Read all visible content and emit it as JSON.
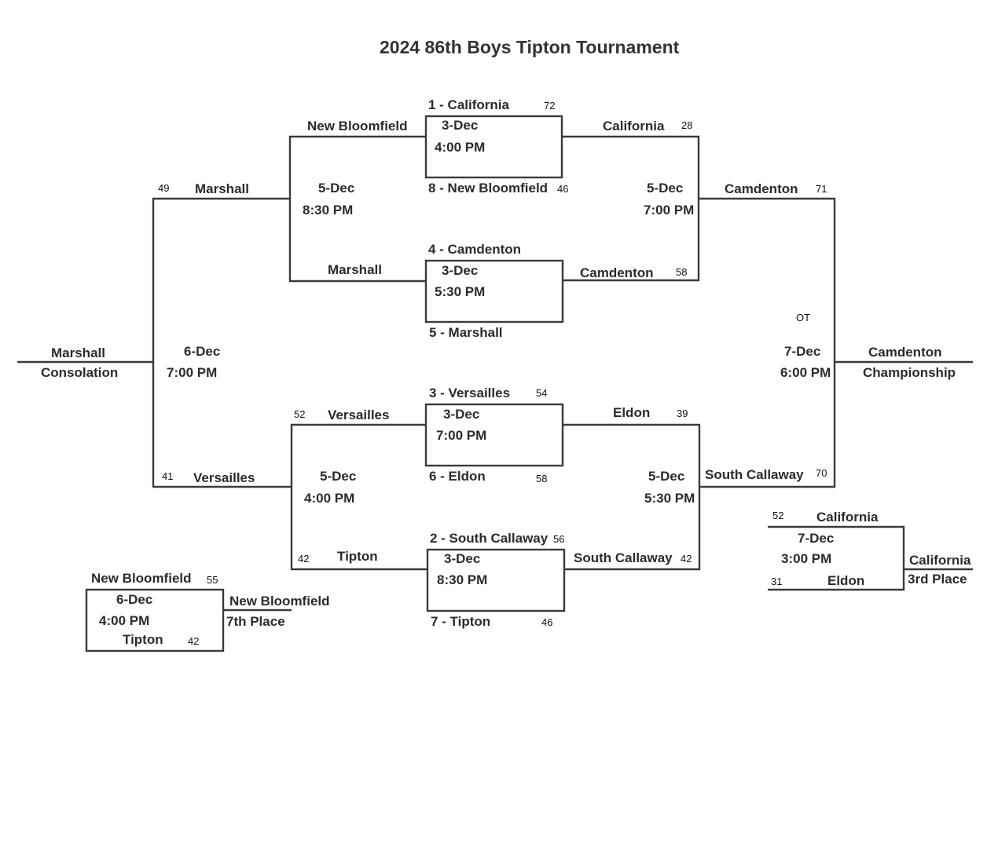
{
  "title": "2024 86th Boys Tipton Tournament",
  "first_round": {
    "g1": {
      "top_team": "1 - California",
      "top_score": "72",
      "date": "3-Dec",
      "time": "4:00 PM",
      "bottom_team": "8 - New Bloomfield",
      "bottom_score": "46"
    },
    "g2": {
      "top_team": "4 - Camdenton",
      "date": "3-Dec",
      "time": "5:30 PM",
      "bottom_team": "5 - Marshall"
    },
    "g3": {
      "top_team": "3 - Versailles",
      "top_score": "54",
      "date": "3-Dec",
      "time": "7:00 PM",
      "bottom_team": "6 - Eldon",
      "bottom_score": "58"
    },
    "g4": {
      "top_team": "2 - South Callaway",
      "top_score": "56",
      "date": "3-Dec",
      "time": "8:30 PM",
      "bottom_team": "7 - Tipton",
      "bottom_score": "46"
    }
  },
  "semis": {
    "winners_top": {
      "date": "5-Dec",
      "time": "7:00 PM",
      "top_team": "California",
      "top_score": "28",
      "bottom_team": "Camdenton",
      "bottom_score": "58"
    },
    "winners_bottom": {
      "date": "5-Dec",
      "time": "5:30 PM",
      "top_team": "Eldon",
      "top_score": "39",
      "bottom_team": "South Callaway",
      "bottom_score": "42"
    },
    "consolation_top": {
      "date": "5-Dec",
      "time": "8:30 PM",
      "top_team": "New Bloomfield",
      "bottom_team": "Marshall"
    },
    "consolation_bottom": {
      "date": "5-Dec",
      "time": "4:00 PM",
      "top_team": "Versailles",
      "top_score": "52",
      "bottom_team": "Tipton",
      "bottom_score": "42"
    }
  },
  "championship": {
    "date": "7-Dec",
    "time": "6:00 PM",
    "note": "OT",
    "top_team": "Camdenton",
    "top_score": "71",
    "bottom_team": "South Callaway",
    "bottom_score": "70",
    "winner": "Camdenton",
    "label": "Championship"
  },
  "consolation": {
    "date": "6-Dec",
    "time": "7:00 PM",
    "top_team": "Marshall",
    "top_score": "49",
    "bottom_team": "Versailles",
    "bottom_score": "41",
    "winner": "Marshall",
    "label": "Consolation"
  },
  "third_place": {
    "date": "7-Dec",
    "time": "3:00 PM",
    "top_team": "California",
    "top_score": "52",
    "bottom_team": "Eldon",
    "bottom_score": "31",
    "winner": "California",
    "label": "3rd Place"
  },
  "seventh_place": {
    "date": "6-Dec",
    "time": "4:00 PM",
    "top_team": "New Bloomfield",
    "top_score": "55",
    "bottom_team": "Tipton",
    "bottom_score": "42",
    "winner": "New Bloomfield",
    "label": "7th Place"
  }
}
